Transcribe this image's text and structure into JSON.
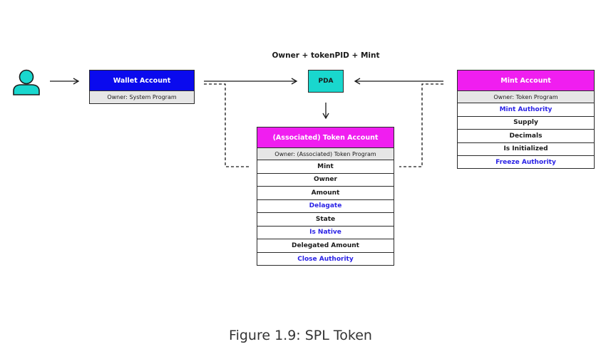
{
  "diagram": {
    "pda_formula": "Owner + tokenPID + Mint",
    "pda_label": "PDA",
    "wallet_account": {
      "title": "Wallet Account",
      "owner": "Owner: System Program"
    },
    "token_account": {
      "title": "(Associated) Token Account",
      "owner": "Owner: (Associated) Token Program",
      "fields": [
        {
          "label": "Mint",
          "authority": false
        },
        {
          "label": "Owner",
          "authority": false
        },
        {
          "label": "Amount",
          "authority": false
        },
        {
          "label": "Delagate",
          "authority": true
        },
        {
          "label": "State",
          "authority": false
        },
        {
          "label": "Is Native",
          "authority": true
        },
        {
          "label": "Delegated Amount",
          "authority": false
        },
        {
          "label": "Close Authority",
          "authority": true
        }
      ]
    },
    "mint_account": {
      "title": "Mint Account",
      "owner": "Owner: Token Program",
      "fields": [
        {
          "label": "Mint Authority",
          "authority": true
        },
        {
          "label": "Supply",
          "authority": false
        },
        {
          "label": "Decimals",
          "authority": false
        },
        {
          "label": "Is Initialized",
          "authority": false
        },
        {
          "label": "Freeze Authority",
          "authority": true
        }
      ]
    },
    "caption": "Figure 1.9: SPL Token",
    "colors": {
      "wallet_header": "#0a0aee",
      "token_header": "#f01ef0",
      "mint_header": "#f01ef0",
      "pda_fill": "#19d7ce",
      "user_icon": "#19d7ce",
      "authority_text": "#2a22e6"
    }
  }
}
